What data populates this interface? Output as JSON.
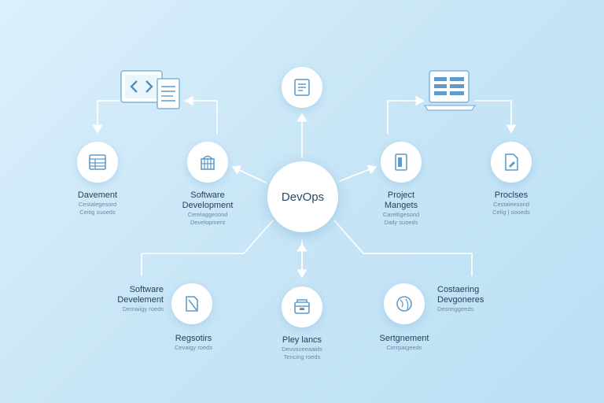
{
  "hub": {
    "label": "DevOps"
  },
  "nodes": [
    {
      "id": "n1",
      "title": "Davement",
      "subtitle": "Cestalegesord\nCeitig suoeds",
      "icon": "spreadsheet-icon"
    },
    {
      "id": "n2",
      "title": "Software\nDevelopment",
      "subtitle": "Cerelaggesond\nDevelopment",
      "icon": "building-icon"
    },
    {
      "id": "n3",
      "title": "",
      "subtitle": "",
      "icon": "document-icon"
    },
    {
      "id": "n4",
      "title": "Project\nMangets",
      "subtitle": "Careltigesond\nDaily suoeds",
      "icon": "clipboard-icon"
    },
    {
      "id": "n5",
      "title": "Proclses",
      "subtitle": "Cestaieesond\nCefig | sooeds",
      "icon": "file-edit-icon"
    },
    {
      "id": "n6",
      "title": "Software\nDevelement",
      "subtitle": "Demaiigy roeds",
      "icon": "pen-document-icon"
    },
    {
      "id": "n7",
      "title": "Regsotirs",
      "subtitle": "Cevaigy roeds",
      "icon": "folder-icon"
    },
    {
      "id": "n8",
      "title": "Pley lancs",
      "subtitle": "Devosoeeaaids\nTencing roeds",
      "icon": "storage-box-icon"
    },
    {
      "id": "n9",
      "title": "Sertgnement",
      "subtitle": "Cerrpaigeeds",
      "icon": "globe-icon"
    },
    {
      "id": "n10",
      "title": "Costaering\nDevgoneres",
      "subtitle": "Desreiggeeds",
      "icon": ""
    }
  ],
  "devices": [
    {
      "id": "d1",
      "icon": "code-monitor-icon"
    },
    {
      "id": "d2",
      "icon": "laptop-list-icon"
    }
  ],
  "colors": {
    "stroke": "#5f9ccc",
    "line": "#ffffff",
    "text": "#27405c"
  }
}
